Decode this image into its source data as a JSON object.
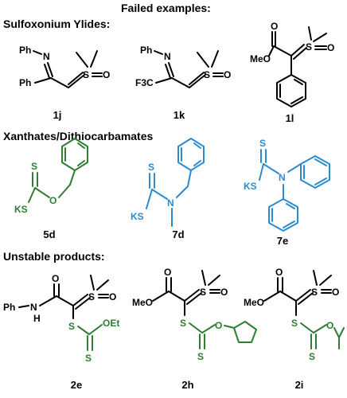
{
  "title": "Failed examples:",
  "sections": {
    "sulfoxonium": "Sulfoxonium Ylides:",
    "xanthates": "Xanthates/Dithiocarbamates",
    "unstable": "Unstable products:"
  },
  "compounds": {
    "1j": "1j",
    "1k": "1k",
    "1l": "1l",
    "5d": "5d",
    "7d": "7d",
    "7e": "7e",
    "2e": "2e",
    "2h": "2h",
    "2i": "2i"
  },
  "atoms": {
    "Ph": "Ph",
    "N": "N",
    "S": "S",
    "O": "O",
    "SO": "S=O",
    "F3C": "F3C",
    "MeO": "MeO",
    "KS": "KS",
    "H": "H",
    "OEt": "OEt"
  },
  "colors": {
    "green": "#2e7d32",
    "blue": "#2a8bd0",
    "black": "#000000"
  }
}
